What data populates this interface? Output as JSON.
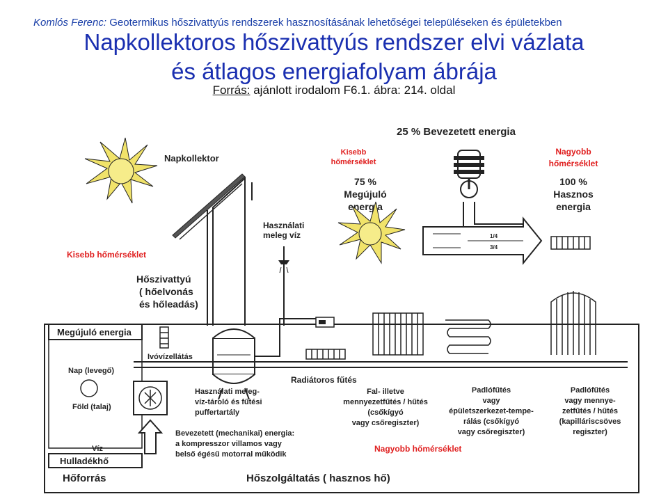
{
  "header": {
    "author": "Komlós Ferenc:",
    "subject": "Geotermikus hőszivattyús rendszerek hasznosításának lehetőségei településeken és épületekben",
    "title_line1": "Napkollektoros hőszivattyús rendszer elvi vázlata",
    "title_line2": "és átlagos energiafolyam ábrája",
    "source_label": "Forrás:",
    "source_text": "ajánlott irodalom F6.1. ábra: 214. oldal"
  },
  "diagram": {
    "introduced_energy": "25 % Bevezetett energia",
    "lower_temp_a": [
      "Kisebb",
      "hőmérséklet"
    ],
    "renewable_pct": [
      "75 %",
      "Megújuló",
      "energia"
    ],
    "higher_temp_a": [
      "Nagyobb",
      "hőmérséklet"
    ],
    "useful_pct": [
      "100 %",
      "Hasznos",
      "energia"
    ],
    "solar_collector": "Napkollektor",
    "hot_water": [
      "Használati",
      "meleg víz"
    ],
    "fraction_top": "1/4",
    "fraction_bottom": "3/4",
    "lower_temp_b": "Kisebb hőmérséklet",
    "heat_pump": [
      "Hőszivattyú",
      "( hőelvonás",
      "és hőleadás)"
    ],
    "renewable_energy": "Megújuló energia",
    "sun_air": "Nap (levegő)",
    "earth_soil": "Föld (talaj)",
    "water": "Víz",
    "waste_heat": "Hulladékhő",
    "heat_source": "Hőforrás",
    "drinking_water_isolation": "Ivóvízellátás",
    "tank": [
      "Használati meleg-",
      "víz-tároló és fűtési",
      "puffertartály"
    ],
    "radiator_heating": "Radiátoros fűtés",
    "wall_ceiling": [
      "Fal- illetve",
      "mennyezetfűtés / hűtés",
      "(csőkígyó",
      "vagy csőregiszter)"
    ],
    "floor_heating": [
      "Padlófűtés",
      "vagy",
      "épületszerkezet-tempe-",
      "rálás (csőkígyó",
      "vagy csőregiszter)"
    ],
    "floor_ceiling": [
      "Padlófűtés",
      "vagy mennye-",
      "zetfűtés / hűtés",
      "(kapilláriscsöves",
      "regiszter)"
    ],
    "mechanical_energy": [
      "Bevezetett (mechanikai) energia:",
      "a kompresszor villamos vagy",
      "belső égésű motorral működik"
    ],
    "higher_temp_b": "Nagyobb hőmérséklet",
    "heat_service": "Hőszolgáltatás ( hasznos hő)",
    "colors": {
      "title_blue": "#1a2fb0",
      "red": "#e02020",
      "sun": "#f1e36a",
      "dark": "#222222"
    }
  }
}
